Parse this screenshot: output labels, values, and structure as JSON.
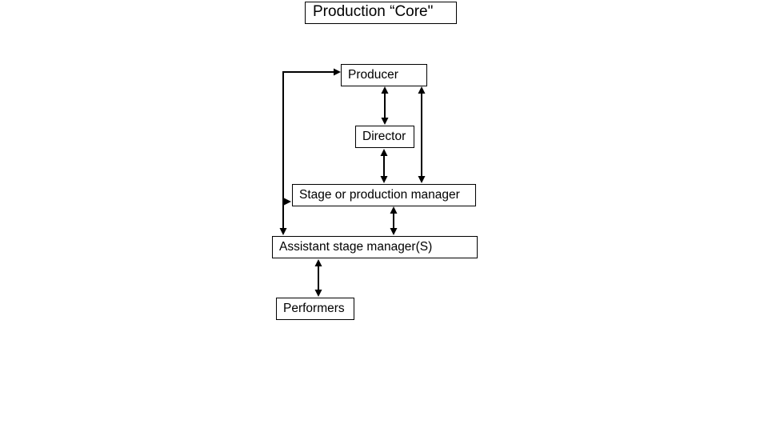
{
  "diagram": {
    "title": "Production “Core\"",
    "nodes": [
      {
        "id": "producer",
        "label": "Producer"
      },
      {
        "id": "director",
        "label": "Director"
      },
      {
        "id": "stage-manager",
        "label": "Stage or production manager"
      },
      {
        "id": "assistant-stage-manager",
        "label": "Assistant stage manager(S)"
      },
      {
        "id": "performers",
        "label": "Performers"
      }
    ],
    "edges": [
      {
        "from": "producer",
        "to": "director",
        "style": "double-arrow"
      },
      {
        "from": "producer",
        "to": "stage-manager",
        "style": "double-arrow"
      },
      {
        "from": "director",
        "to": "stage-manager",
        "style": "double-arrow"
      },
      {
        "from": "stage-manager",
        "to": "assistant-stage-manager",
        "style": "double-arrow"
      },
      {
        "from": "assistant-stage-manager",
        "to": "performers",
        "style": "double-arrow"
      },
      {
        "type": "left-branch",
        "targets": [
          "producer",
          "stage-manager",
          "assistant-stage-manager"
        ],
        "style": "arrow-into-each-target"
      }
    ],
    "colors": {
      "background": "#ffffff",
      "line": "#000000",
      "box_border": "#000000",
      "box_fill": "#ffffff",
      "text": "#000000"
    }
  }
}
